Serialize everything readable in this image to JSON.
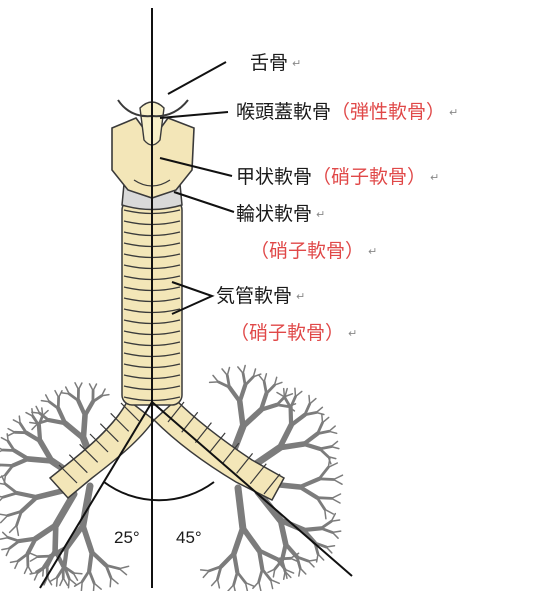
{
  "labels": {
    "hyoid": "舌骨",
    "epiglottis": "喉頭蓋軟骨",
    "epiglottis_type": "（弾性軟骨）",
    "thyroid": "甲状軟骨",
    "thyroid_type": "（硝子軟骨）",
    "cricoid": "輪状軟骨",
    "cricoid_type": "（硝子軟骨）",
    "tracheal": "気管軟骨",
    "tracheal_type": "（硝子軟骨）"
  },
  "angles": {
    "right_bronchus": "25°",
    "left_bronchus": "45°"
  },
  "return_mark": "↵",
  "colors": {
    "cartilage": "#f3e6b8",
    "outline": "#3a3a3a",
    "bronchial_tree": "#8c8c8c",
    "red_text": "#e04848"
  }
}
